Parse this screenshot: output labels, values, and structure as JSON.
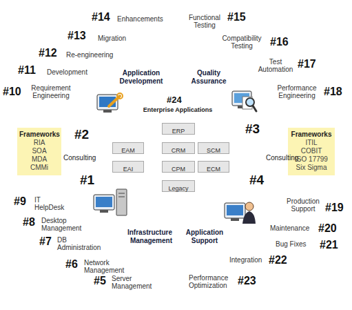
{
  "diagram": {
    "nodes": [
      {
        "text": [
          "Application Development"
        ]
      },
      {
        "text": [
          "Quality Assurance"
        ]
      },
      {
        "text": [
          "Frameworks",
          "RIA",
          "SOA",
          "MDA",
          "CMMi"
        ]
      },
      {
        "text": [
          "Enterprise Applications"
        ]
      },
      {
        "text": [
          "ERP"
        ],
        "in": 3
      },
      {
        "text": [
          "EAM"
        ],
        "in": 3
      },
      {
        "text": [
          "CRM"
        ],
        "in": 3
      },
      {
        "text": [
          "SCM"
        ],
        "in": 3
      },
      {
        "text": [
          "EAI"
        ],
        "in": 3
      },
      {
        "text": [
          "CPM"
        ],
        "in": 3
      },
      {
        "text": [
          "ECM"
        ],
        "in": 3
      },
      {
        "text": [
          "Legacy"
        ],
        "in": 3
      },
      {
        "text": [
          "Frameworks",
          "ITIL",
          "COBIT",
          "ISO 17799",
          "Six Sigma"
        ]
      },
      {
        "text": [
          "Infrastructure Management"
        ]
      },
      {
        "text": [
          "Application Support"
        ]
      }
    ],
    "labels": [
      "#14",
      "Enhancements",
      "Functional Testing",
      "#15",
      "#13",
      "Migration",
      "Compatibility Testing",
      "#16",
      "#12",
      "Re-engineering",
      "Test Automation",
      "#17",
      "#11",
      "Development",
      "#10",
      "Requirement Engineering",
      "Performance Engineering",
      "#18",
      "#24",
      "#2",
      "#3",
      "Consulting",
      "Consulting",
      "#1",
      "#4",
      "#9",
      "IT HelpDesk",
      "Production Support",
      "#19",
      "#8",
      "Desktop Management",
      "Maintenance",
      "#20",
      "#7",
      "DB Administration",
      "Bug Fixes",
      "#21",
      "Integration",
      "#22",
      "#6",
      "Network Management",
      "#5",
      "Server Management",
      "Performance Optimization",
      "#23"
    ]
  }
}
